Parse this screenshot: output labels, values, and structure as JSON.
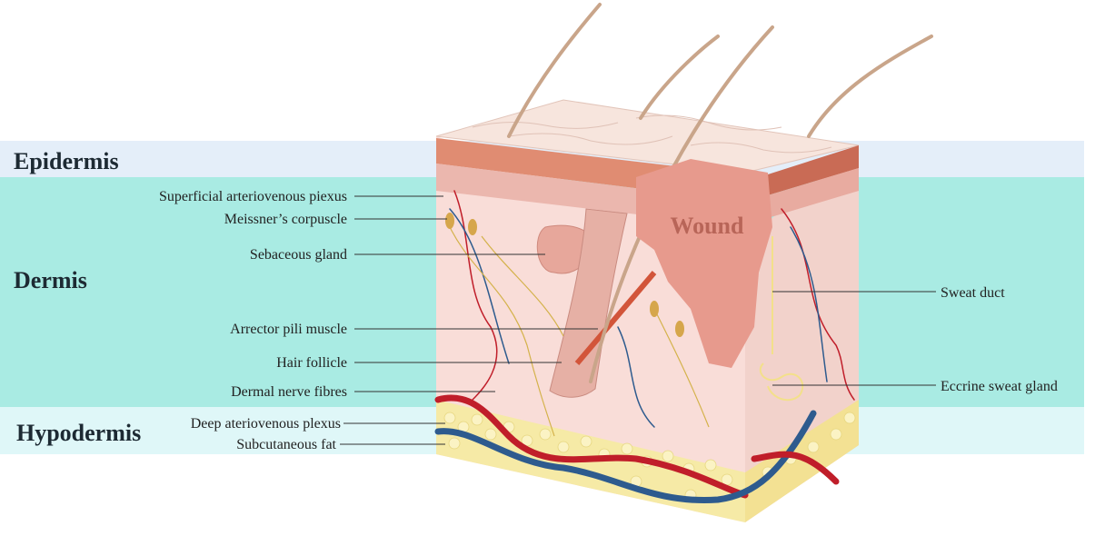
{
  "layers": {
    "epidermis": "Epidermis",
    "dermis": "Dermis",
    "hypodermis": "Hypodermis"
  },
  "labels": {
    "superficial_plexus": "Superficial arteriovenous piexus",
    "meissner": "Meissner’s corpuscle",
    "sebaceous": "Sebaceous gland",
    "arrector": "Arrector pili muscle",
    "hair_follicle": "Hair follicle",
    "dermal_nerve": "Dermal nerve fibres",
    "deep_plexus": "Deep ateriovenous plexus",
    "subcutaneous_fat": "Subcutaneous fat",
    "sweat_duct": "Sweat duct",
    "eccrine": "Eccrine sweat gland",
    "wound": "Wound"
  },
  "colors": {
    "epidermis_band": "#e4eef9",
    "dermis_band": "#a9ebe3",
    "hypodermis_band": "#dff7f8",
    "skin_surface": "#f7e5dd",
    "epidermis_layer": "#ebb7ae",
    "dermis_tissue": "#f9ddd8",
    "fat": "#f6eaa6",
    "wound": "#e79a8d",
    "artery": "#c01e2a",
    "vein": "#2e5b8e"
  }
}
